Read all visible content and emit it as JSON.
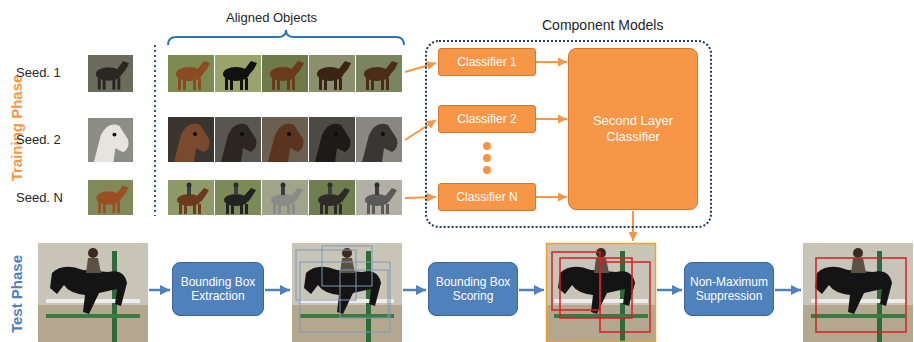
{
  "diagram": {
    "nodes": [
      {
        "text": [
          "Component Models"
        ]
      },
      {
        "text": [
          "Classifier 1"
        ],
        "in": 0
      },
      {
        "text": [
          "Classifier 2"
        ],
        "in": 0
      },
      {
        "text": [
          "Classifier N"
        ],
        "in": 0
      },
      {
        "text": [
          "Second Layer Classifier"
        ],
        "in": 0
      },
      {
        "text": [
          "Bounding Box Extraction"
        ]
      },
      {
        "text": [
          "Bounding Box Scoring"
        ]
      },
      {
        "text": [
          "Non-Maximum Suppression"
        ]
      }
    ],
    "edges": [
      {
        "from": 1,
        "to": 4,
        "arrow": "to"
      },
      {
        "from": 2,
        "to": 4,
        "arrow": "to"
      },
      {
        "from": 3,
        "to": 4,
        "arrow": "to"
      }
    ],
    "labels": [
      "Aligned Objects",
      "Training Phase",
      "Seed. 1",
      "Seed. 2",
      "Seed. N",
      "Test Phase"
    ]
  }
}
